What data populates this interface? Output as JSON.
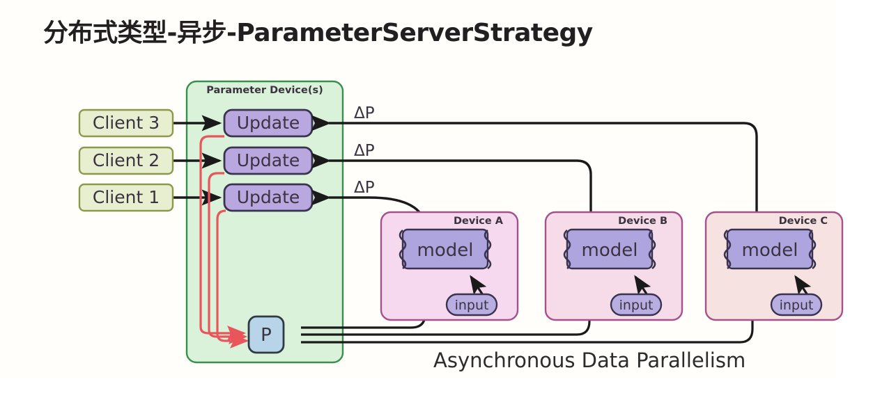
{
  "page": {
    "title": "分布式类型-异步-ParameterServerStrategy",
    "background_color": "#fffefa"
  },
  "diagram": {
    "caption": "Asynchronous Data Parallelism",
    "parameter_device": {
      "label": "Parameter Device(s)",
      "fill_color": "#d9f2d9",
      "border_color": "#3a8f4f",
      "aggregator": {
        "label": "P",
        "fill_color": "#b8d4e8",
        "border_color": "#2f3a42"
      },
      "updates": [
        {
          "label": "Update",
          "fill_color": "#b9a8e0",
          "border_color": "#3a3350"
        },
        {
          "label": "Update",
          "fill_color": "#b9a8e0",
          "border_color": "#3a3350"
        },
        {
          "label": "Update",
          "fill_color": "#b9a8e0",
          "border_color": "#3a3350"
        }
      ]
    },
    "clients": [
      {
        "label": "Client 3",
        "fill_color": "#e8eed0",
        "border_color": "#8a9a4a"
      },
      {
        "label": "Client 2",
        "fill_color": "#e8eed0",
        "border_color": "#8a9a4a"
      },
      {
        "label": "Client 1",
        "fill_color": "#e8eed0",
        "border_color": "#8a9a4a"
      }
    ],
    "gradient_labels": [
      {
        "label": "ΔP"
      },
      {
        "label": "ΔP"
      },
      {
        "label": "ΔP"
      }
    ],
    "devices": [
      {
        "label": "Device A",
        "fill_color": "#f6d9ee",
        "border_color": "#a4518c",
        "model": {
          "label": "model",
          "fill_color": "#aea4de",
          "border_color": "#3a3350"
        },
        "input": {
          "label": "input",
          "fill_color": "#b9aee2",
          "border_color": "#3a3350"
        }
      },
      {
        "label": "Device B",
        "fill_color": "#f6dbe9",
        "border_color": "#a4518c",
        "model": {
          "label": "model",
          "fill_color": "#aea4de",
          "border_color": "#3a3350"
        },
        "input": {
          "label": "input",
          "fill_color": "#b9aee2",
          "border_color": "#3a3350"
        }
      },
      {
        "label": "Device C",
        "fill_color": "#f6e2e0",
        "border_color": "#a4518c",
        "model": {
          "label": "model",
          "fill_color": "#aea4de",
          "border_color": "#3a3350"
        },
        "input": {
          "label": "input",
          "fill_color": "#b9aee2",
          "border_color": "#3a3350"
        }
      }
    ],
    "edge_colors": {
      "data_flow": "#1a1a1a",
      "gradient_push": "#e8565c"
    }
  }
}
